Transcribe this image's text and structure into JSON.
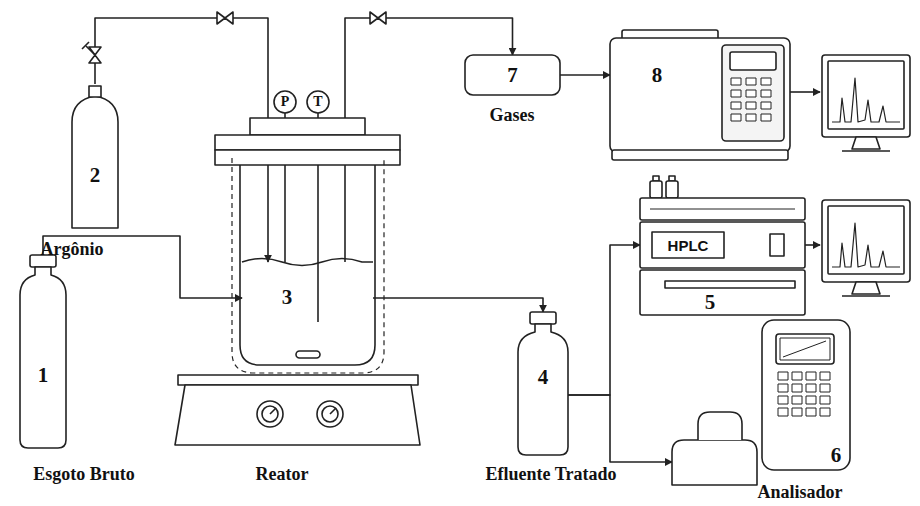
{
  "diagram": {
    "nodes": [
      {
        "text": [
          "2",
          "Argônio"
        ]
      },
      {
        "text": [
          "P"
        ]
      },
      {
        "text": [
          "T"
        ]
      },
      {
        "text": [
          "7",
          "Gases"
        ]
      },
      {
        "text": [
          "8"
        ]
      },
      {
        "text": [
          "3",
          "Reator"
        ]
      },
      {
        "text": [
          "1",
          "Esgoto Bruto"
        ]
      },
      {
        "text": [
          "4",
          "Efluente Tratado"
        ]
      },
      {
        "text": [
          "HPLC",
          "5"
        ]
      },
      {
        "text": [
          "6",
          "Analisador"
        ]
      }
    ],
    "edges": [
      {
        "from": 0,
        "to": 5,
        "arrow": "to"
      },
      {
        "from": 1,
        "to": 5,
        "arrow": "none"
      },
      {
        "from": 2,
        "to": 5,
        "arrow": "none"
      },
      {
        "from": 6,
        "to": 5,
        "arrow": "to"
      },
      {
        "from": 5,
        "to": 7,
        "arrow": "to"
      },
      {
        "from": 5,
        "to": 3,
        "arrow": "to"
      },
      {
        "from": 3,
        "to": 4,
        "arrow": "to"
      },
      {
        "from": 7,
        "to": 8,
        "arrow": "to"
      },
      {
        "from": 7,
        "to": 9,
        "arrow": "to"
      }
    ]
  }
}
